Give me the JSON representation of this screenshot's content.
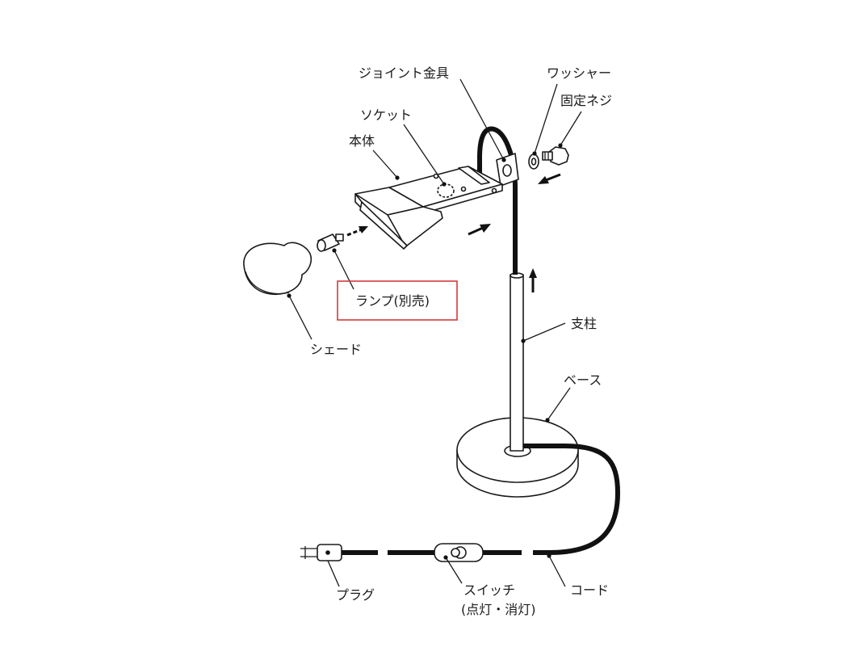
{
  "labels": {
    "joint": "ジョイント金具",
    "washer": "ワッシャー",
    "screw": "固定ネジ",
    "socket": "ソケット",
    "body": "本体",
    "lamp": "ランプ(別売)",
    "shade": "シェード",
    "pole": "支柱",
    "base": "ベース",
    "plug": "プラグ",
    "switch_line1": "スイッチ",
    "switch_line2": "(点灯・消灯)",
    "cord": "コード"
  },
  "colors": {
    "line": "#1a1a1a",
    "highlight_box": "#d43a3a"
  }
}
